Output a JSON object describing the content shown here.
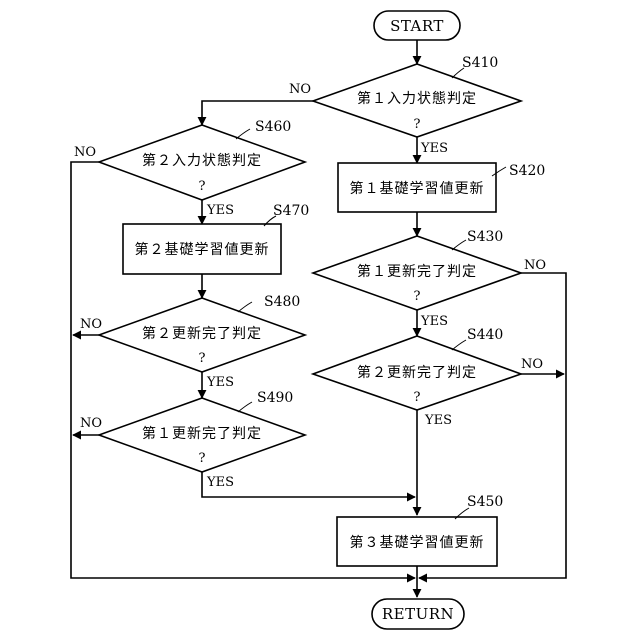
{
  "flowchart": {
    "start": "START",
    "end": "RETURN",
    "steps": {
      "s410": {
        "ref": "S410",
        "text": "第１入力状態判定",
        "question": "?"
      },
      "s420": {
        "ref": "S420",
        "text": "第１基礎学習値更新"
      },
      "s430": {
        "ref": "S430",
        "text": "第１更新完了判定",
        "question": "?"
      },
      "s440": {
        "ref": "S440",
        "text": "第２更新完了判定",
        "question": "?"
      },
      "s450": {
        "ref": "S450",
        "text": "第３基礎学習値更新"
      },
      "s460": {
        "ref": "S460",
        "text": "第２入力状態判定",
        "question": "?"
      },
      "s470": {
        "ref": "S470",
        "text": "第２基礎学習値更新"
      },
      "s480": {
        "ref": "S480",
        "text": "第２更新完了判定",
        "question": "?"
      },
      "s490": {
        "ref": "S490",
        "text": "第１更新完了判定",
        "question": "?"
      }
    },
    "branch_labels": {
      "s410_no": "NO",
      "s410_yes": "YES",
      "s430_no": "NO",
      "s430_yes": "YES",
      "s440_no": "NO",
      "s440_yes": "YES",
      "s460_no": "NO",
      "s460_yes": "YES",
      "s480_no": "NO",
      "s480_yes": "YES",
      "s490_no": "NO",
      "s490_yes": "YES"
    }
  }
}
